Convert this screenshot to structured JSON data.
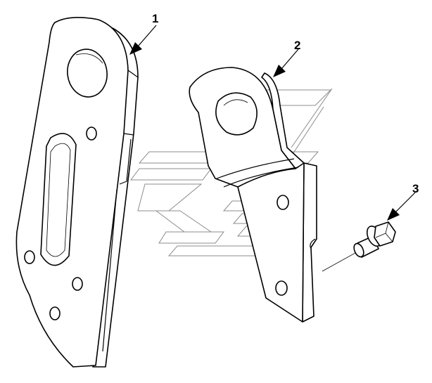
{
  "diagram": {
    "callouts": [
      {
        "id": "1",
        "label": "1"
      },
      {
        "id": "2",
        "label": "2"
      },
      {
        "id": "3",
        "label": "3"
      }
    ],
    "parts": [
      {
        "callout": "1",
        "shape": "flat plate with round hole, slot and mounting holes"
      },
      {
        "callout": "2",
        "shape": "bent bracket with round eye and two mounting holes"
      },
      {
        "callout": "3",
        "shape": "flange bolt"
      }
    ],
    "colors": {
      "line": "#000000",
      "watermark": "#8c8c8c",
      "background": "#ffffff"
    }
  }
}
